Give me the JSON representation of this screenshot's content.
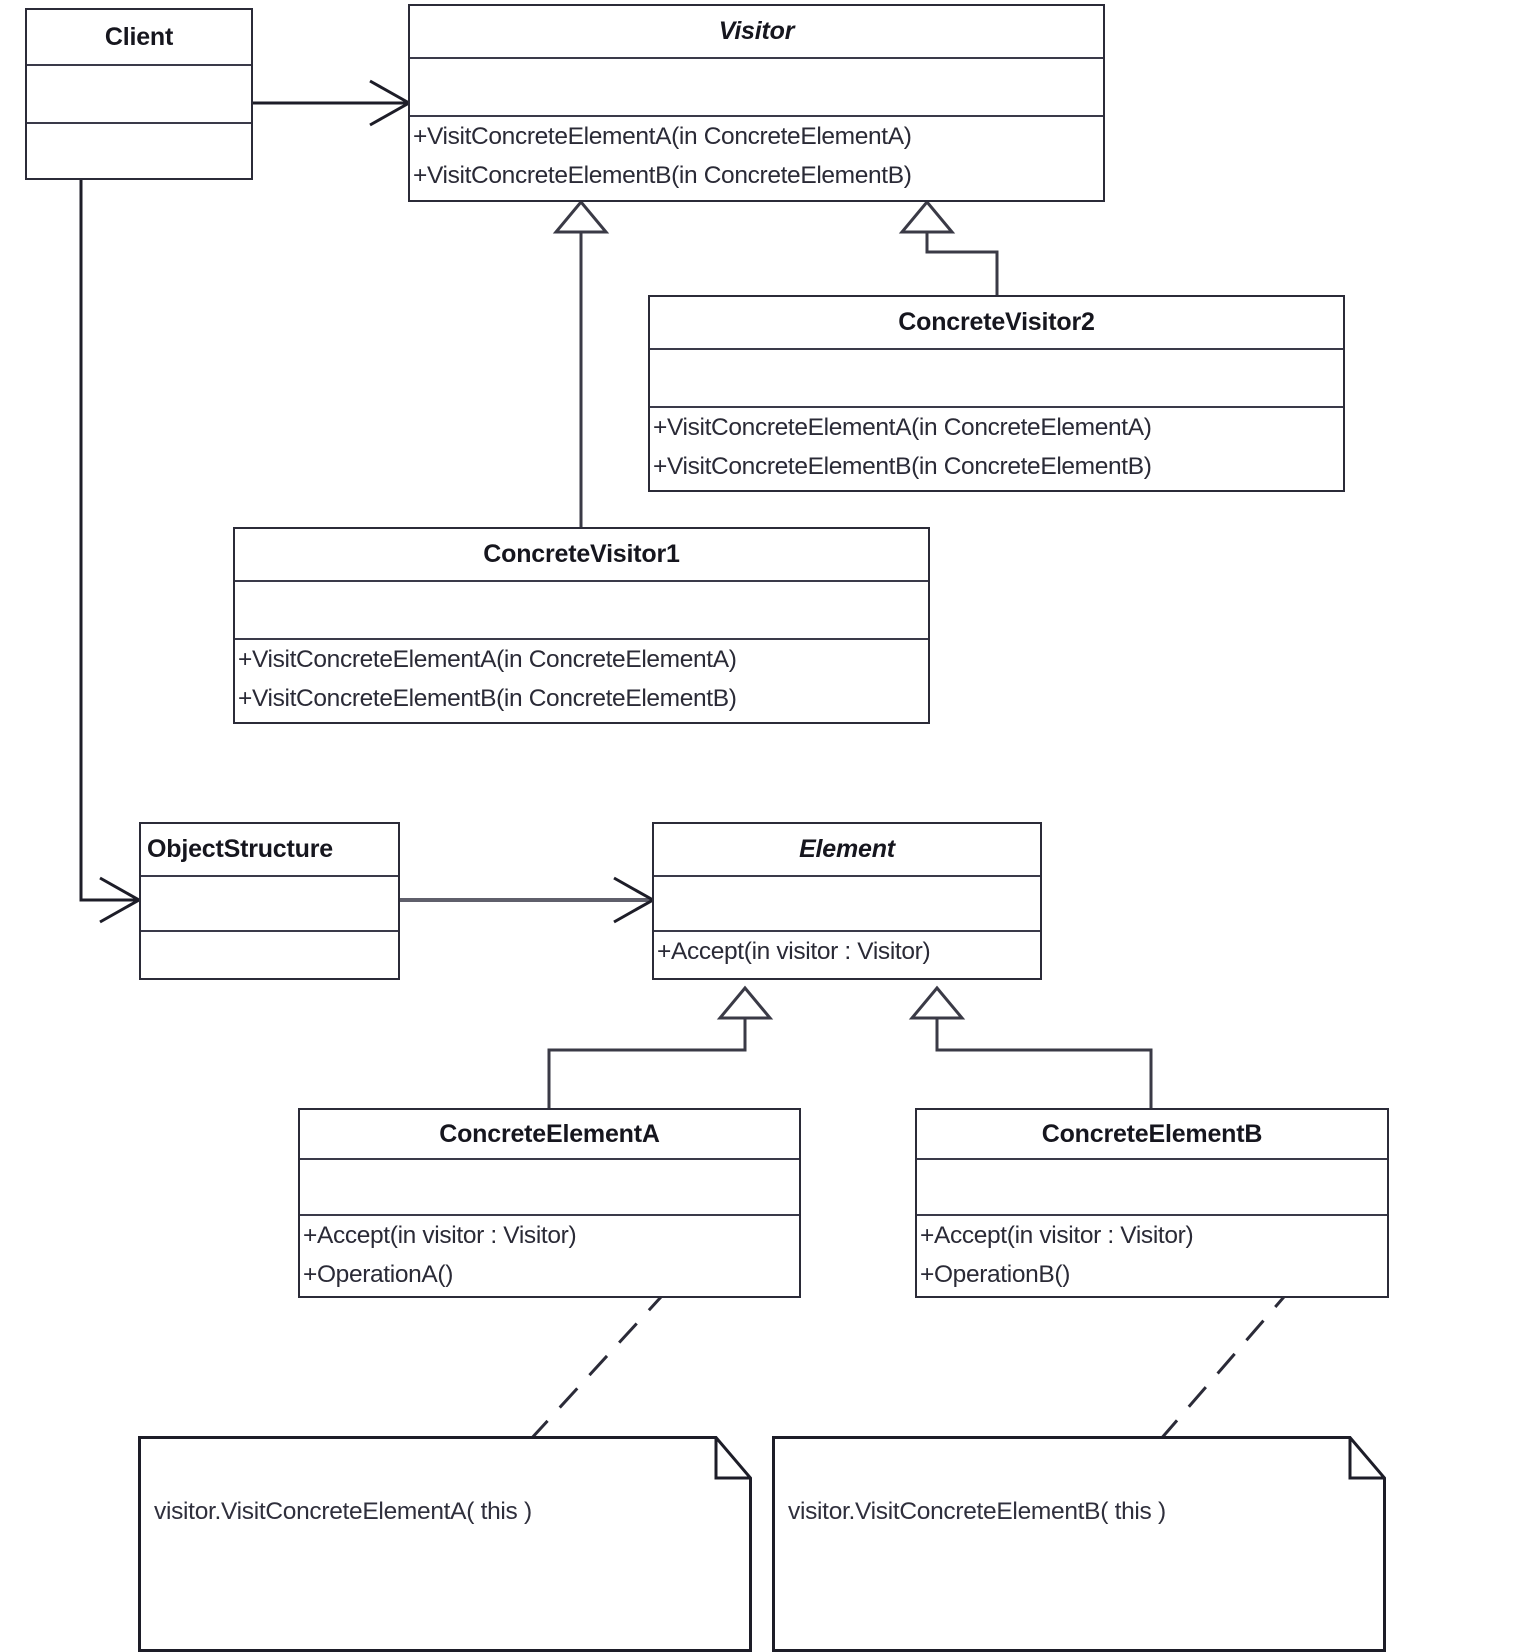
{
  "diagram": {
    "title": "Visitor design pattern UML class diagram",
    "stroke_color": "#2b2b38",
    "divider_color": "#3a3a4a",
    "background": "#ffffff"
  },
  "classes": {
    "client": {
      "name": "Client",
      "abstract": false,
      "title_align": "center",
      "attributes": [],
      "operations": []
    },
    "visitor": {
      "name": "Visitor",
      "abstract": true,
      "title_align": "center",
      "attributes": [],
      "operations": [
        "+VisitConcreteElementA(in ConcreteElementA)",
        "+VisitConcreteElementB(in ConcreteElementB)"
      ]
    },
    "concrete_visitor2": {
      "name": "ConcreteVisitor2",
      "abstract": false,
      "title_align": "center",
      "attributes": [],
      "operations": [
        "+VisitConcreteElementA(in ConcreteElementA)",
        "+VisitConcreteElementB(in ConcreteElementB)"
      ]
    },
    "concrete_visitor1": {
      "name": "ConcreteVisitor1",
      "abstract": false,
      "title_align": "center",
      "attributes": [],
      "operations": [
        "+VisitConcreteElementA(in ConcreteElementA)",
        "+VisitConcreteElementB(in ConcreteElementB)"
      ]
    },
    "object_structure": {
      "name": "ObjectStructure",
      "abstract": false,
      "title_align": "left",
      "attributes": [],
      "operations": []
    },
    "element": {
      "name": "Element",
      "abstract": true,
      "title_align": "center",
      "attributes": [],
      "operations": [
        "+Accept(in visitor : Visitor)"
      ]
    },
    "concrete_element_a": {
      "name": "ConcreteElementA",
      "abstract": false,
      "title_align": "center",
      "attributes": [],
      "operations": [
        "+Accept(in visitor : Visitor)",
        "+OperationA()"
      ]
    },
    "concrete_element_b": {
      "name": "ConcreteElementB",
      "abstract": false,
      "title_align": "center",
      "attributes": [],
      "operations": [
        "+Accept(in visitor : Visitor)",
        "+OperationB()"
      ]
    }
  },
  "notes": {
    "note_a": {
      "text": "visitor.VisitConcreteElementA( this )"
    },
    "note_b": {
      "text": "visitor.VisitConcreteElementB( this )"
    }
  },
  "relationships": [
    {
      "kind": "association",
      "from": "Client",
      "to": "Visitor"
    },
    {
      "kind": "association",
      "from": "Client",
      "to": "ObjectStructure"
    },
    {
      "kind": "generalization",
      "from": "ConcreteVisitor1",
      "to": "Visitor"
    },
    {
      "kind": "generalization",
      "from": "ConcreteVisitor2",
      "to": "Visitor"
    },
    {
      "kind": "association",
      "from": "ObjectStructure",
      "to": "Element"
    },
    {
      "kind": "generalization",
      "from": "ConcreteElementA",
      "to": "Element"
    },
    {
      "kind": "generalization",
      "from": "ConcreteElementB",
      "to": "Element"
    },
    {
      "kind": "note-anchor",
      "from": "note_a",
      "to": "ConcreteElementA"
    },
    {
      "kind": "note-anchor",
      "from": "note_b",
      "to": "ConcreteElementB"
    }
  ]
}
